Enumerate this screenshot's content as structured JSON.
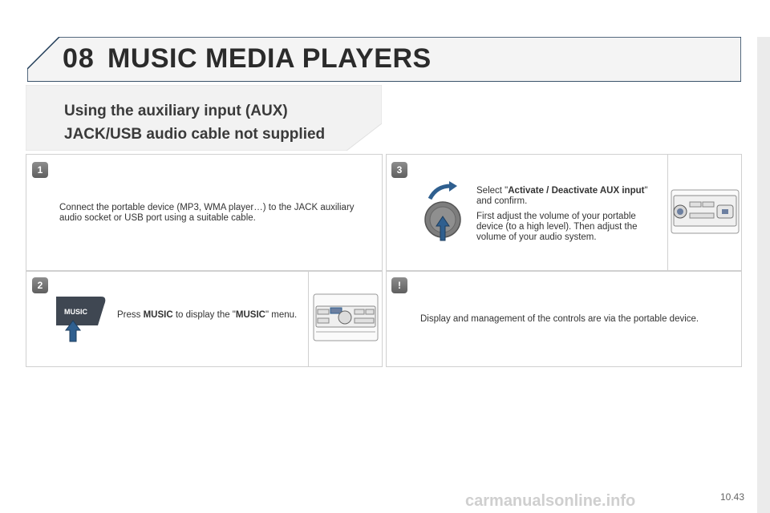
{
  "chapter": {
    "number": "08",
    "title": "MUSIC MEDIA PLAYERS"
  },
  "section": {
    "title_line1": "Using the auxiliary input (AUX)",
    "title_line2": "JACK/USB audio cable not supplied"
  },
  "step1": {
    "badge": "1",
    "text": "Connect the portable device (MP3, WMA player…) to the JACK auxiliary audio socket or USB port using a suitable cable."
  },
  "step2": {
    "badge": "2",
    "text_pre": "Press ",
    "bold1": "MUSIC",
    "text_mid": " to display the \"",
    "bold2": "MUSIC",
    "text_post": "\" menu.",
    "button_label": "MUSIC"
  },
  "step3": {
    "badge": "3",
    "select_pre": "Select \"",
    "select_bold": "Activate / Deactivate AUX input",
    "select_post": "\" and confirm.",
    "text2": "First adjust the volume of your portable device (to a high level). Then adjust the volume of your audio system."
  },
  "note": {
    "badge": "!",
    "text": "Display and management of the controls are via the portable device."
  },
  "footer": {
    "page": "10.43",
    "watermark": "carmanualsonline.info"
  },
  "colors": {
    "accent_dark": "#2b2b2b",
    "badge_gray": "#6e6e6e",
    "border": "#d0d0d0",
    "arrow_blue": "#2f5f8f"
  }
}
